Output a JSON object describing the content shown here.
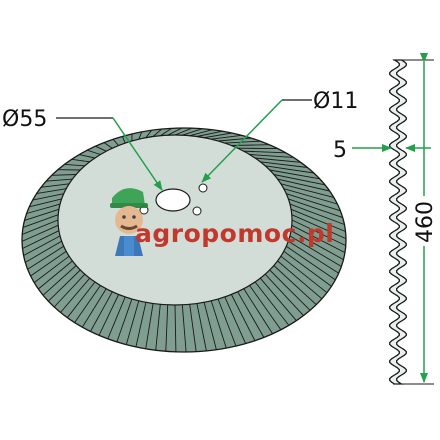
{
  "dimensions": {
    "hole_large": "Ø55",
    "hole_small": "Ø11",
    "thickness": "5",
    "height": "460"
  },
  "watermark": {
    "text": "agropomoc.pl",
    "color": "#c0392b"
  },
  "colors": {
    "disc_fill": "#7f9e90",
    "disc_center": "#d3ddd8",
    "outline": "#1a1a1a",
    "profile_fill": "#eaf1ed",
    "arrow": "#22a04a",
    "mascot_cap": "#2e9e4a"
  },
  "disc": {
    "flute_count": 100
  }
}
